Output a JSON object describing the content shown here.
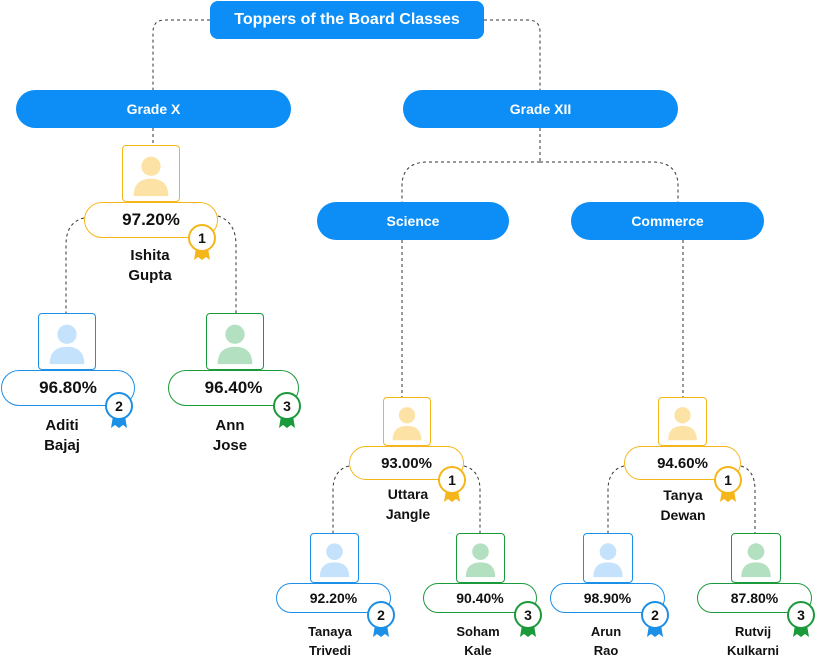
{
  "title": "Toppers of the Board Classes",
  "grades": {
    "x": {
      "label": "Grade X"
    },
    "xii": {
      "label": "Grade XII"
    },
    "science": {
      "label": "Science"
    },
    "commerce": {
      "label": "Commerce"
    }
  },
  "toppers": {
    "x_1": {
      "score": "97.20%",
      "rank": "1",
      "first": "Ishita",
      "last": "Gupta"
    },
    "x_2": {
      "score": "96.80%",
      "rank": "2",
      "first": "Aditi",
      "last": "Bajaj"
    },
    "x_3": {
      "score": "96.40%",
      "rank": "3",
      "first": "Ann",
      "last": "Jose"
    },
    "sci_1": {
      "score": "93.00%",
      "rank": "1",
      "first": "Uttara",
      "last": "Jangle"
    },
    "sci_2": {
      "score": "92.20%",
      "rank": "2",
      "first": "Tanaya",
      "last": "Trivedi"
    },
    "sci_3": {
      "score": "90.40%",
      "rank": "3",
      "first": "Soham",
      "last": "Kale"
    },
    "com_1": {
      "score": "94.60%",
      "rank": "1",
      "first": "Tanya",
      "last": "Dewan"
    },
    "com_2": {
      "score": "98.90%",
      "rank": "2",
      "first": "Arun",
      "last": "Rao"
    },
    "com_3": {
      "score": "87.80%",
      "rank": "3",
      "first": "Rutvij",
      "last": "Kulkarni"
    }
  },
  "colors": {
    "pill": "#0c8ef6",
    "gold": "#f5b61b",
    "blue": "#1c8fe6",
    "green": "#1a9a3a",
    "connector": "#333333"
  }
}
